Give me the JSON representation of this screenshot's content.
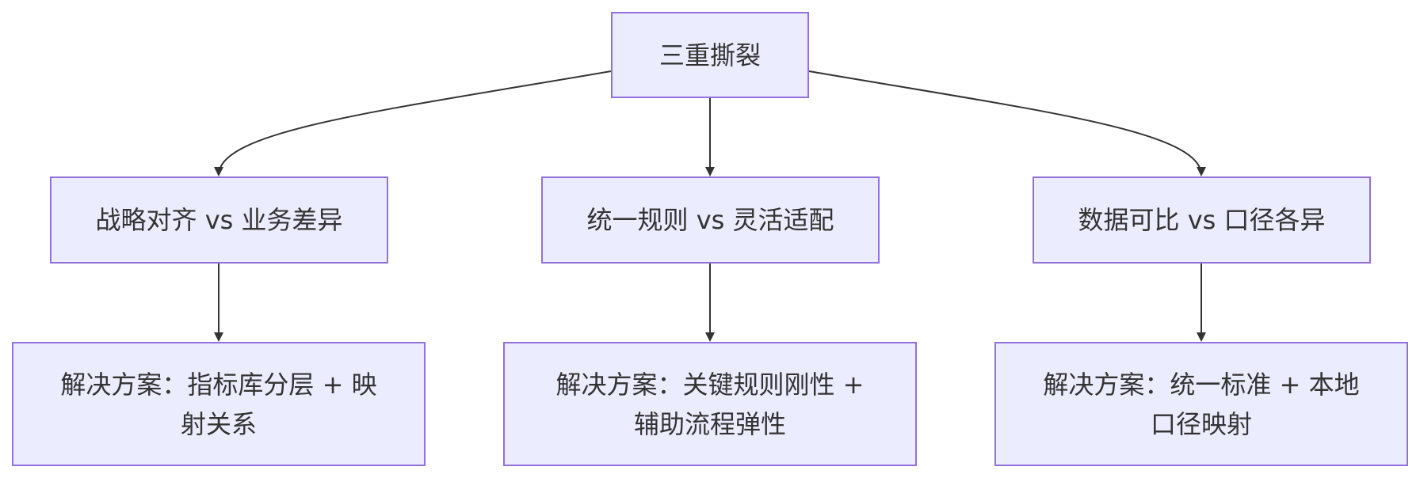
{
  "diagram": {
    "root": {
      "label": "三重撕裂"
    },
    "tensions": [
      {
        "label": "战略对齐 vs 业务差异"
      },
      {
        "label": "统一规则 vs 灵活适配"
      },
      {
        "label": "数据可比 vs 口径各异"
      }
    ],
    "solutions": [
      {
        "label": "解决方案：指标库分层 + 映射关系"
      },
      {
        "label": "解决方案：关键规则刚性 + 辅助流程弹性"
      },
      {
        "label": "解决方案：统一标准 + 本地口径映射"
      }
    ]
  },
  "colors": {
    "node_fill": "#ececff",
    "node_border": "#9370db",
    "edge": "#333333",
    "text": "#333333"
  }
}
